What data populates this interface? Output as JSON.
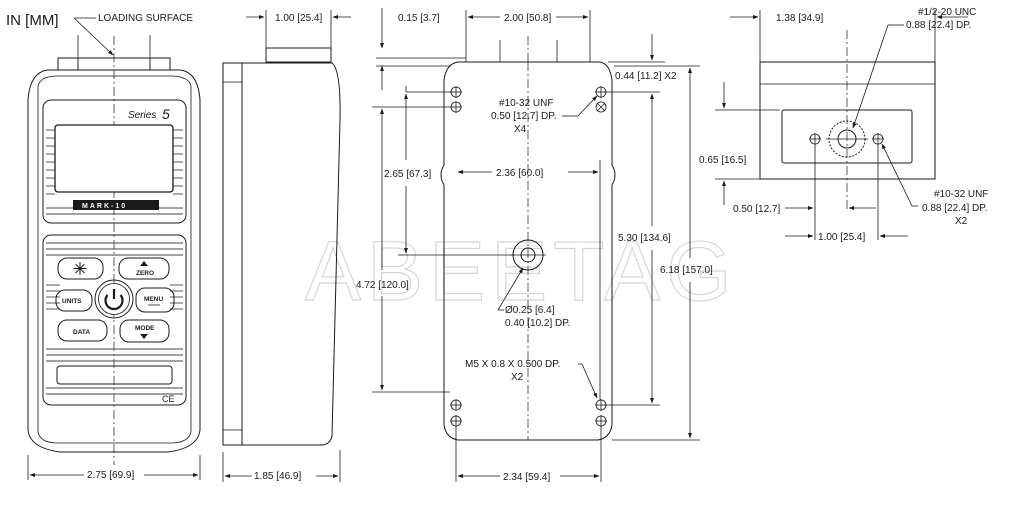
{
  "units_label": "IN [MM]",
  "watermark": "ABEETAG",
  "front_view": {
    "loading_surface": "LOADING SURFACE",
    "series_text": "Series",
    "series_number": "5",
    "brand": "MARK-10",
    "buttons": {
      "zero": "ZERO",
      "units": "UNITS",
      "menu": "MENU",
      "data": "DATA",
      "mode": "MODE"
    },
    "ce_mark": "CE",
    "width_dim": "2.75 [69.9]"
  },
  "side_view": {
    "top_width": "1.00 [25.4]",
    "depth": "1.85 [46.9]"
  },
  "back_view": {
    "offset_top": "0.15 [3.7]",
    "top_width": "2.00 [50.8]",
    "corner_offset": "0.44 [11.2] X2",
    "thread_top": [
      "#10-32 UNF",
      "0.50 [12.7] DP.",
      "X4"
    ],
    "hole_spacing_upper": "2.36 [60.0]",
    "height_upper": "2.65 [67.3]",
    "height_total_left": "4.72 [120.0]",
    "height_holes": "5.30 [134.6]",
    "height_overall": "6.18 [157.0]",
    "center_hole": [
      "Ø0.25 [6.4]",
      "0.40 [10.2] DP."
    ],
    "metric_thread": [
      "M5 X 0.8 X 0.500 DP.",
      "X2"
    ],
    "bottom_width": "2.34 [59.4]"
  },
  "top_view": {
    "width": "1.38 [34.9]",
    "center_thread": [
      "#1/2-20 UNC",
      "0.88 [22.4] DP."
    ],
    "height": "0.65 [16.5]",
    "offset": "0.50 [12.7]",
    "spacing": "1.00 [25.4]",
    "side_thread": [
      "#10-32 UNF",
      "0.88 [22.4] DP.",
      "X2"
    ]
  }
}
